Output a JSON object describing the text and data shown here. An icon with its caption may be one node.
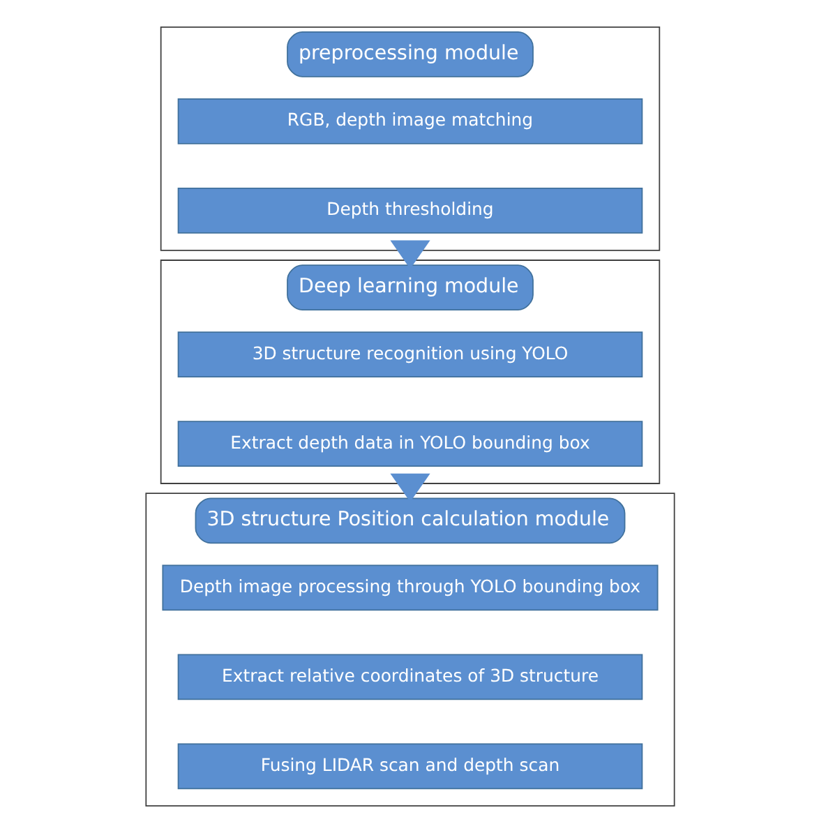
{
  "diagram": {
    "nodes": [
      {
        "text": [
          "preprocessing module"
        ]
      },
      {
        "text": [
          "RGB, depth image matching"
        ],
        "in": 0
      },
      {
        "text": [
          "Depth thresholding"
        ],
        "in": 0
      },
      {
        "text": [
          "Deep learning module"
        ]
      },
      {
        "text": [
          "3D structure recognition using YOLO"
        ],
        "in": 3
      },
      {
        "text": [
          "Extract depth data in YOLO bounding box"
        ],
        "in": 3
      },
      {
        "text": [
          "3D structure Position calculation module"
        ]
      },
      {
        "text": [
          "Depth image processing through YOLO bounding box"
        ],
        "in": 6
      },
      {
        "text": [
          "Extract relative coordinates of 3D structure"
        ],
        "in": 6
      },
      {
        "text": [
          "Fusing LIDAR scan and depth scan"
        ],
        "in": 6
      }
    ],
    "edges": [
      {
        "from": 0,
        "to": 3,
        "arrow": "to",
        "style": "thick"
      },
      {
        "from": 3,
        "to": 6,
        "arrow": "to",
        "style": "thick"
      }
    ]
  }
}
